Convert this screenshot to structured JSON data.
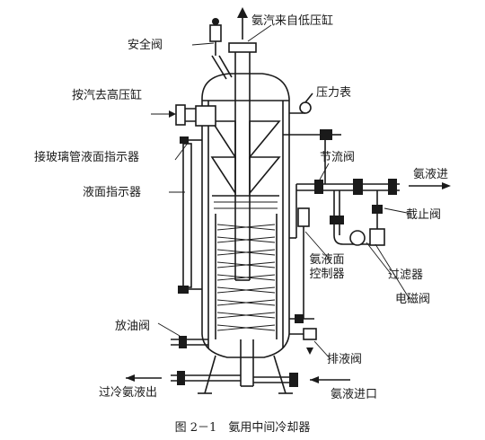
{
  "labels": {
    "safety_valve": "安全阀",
    "ammonia_from_low": "氨汽来自低压缸",
    "exhaust_to_high": "按汽去高压缸",
    "pressure_gauge": "压力表",
    "glass_tube_indicator": "接玻璃管液面指示器",
    "throttle_valve": "节流阀",
    "ammonia_liquid_in": "氨液进",
    "level_indicator": "液面指示器",
    "shutoff_valve": "截止阀",
    "level_controller": "氨液面控制器",
    "filter": "过滤器",
    "solenoid_valve": "电磁阀",
    "oil_drain_valve": "放油阀",
    "drain_valve": "排液阀",
    "subcooled_out": "过冷氨液出",
    "liquid_inlet": "氨液进口"
  },
  "caption": "图 2－1　氨用中间冷却器"
}
